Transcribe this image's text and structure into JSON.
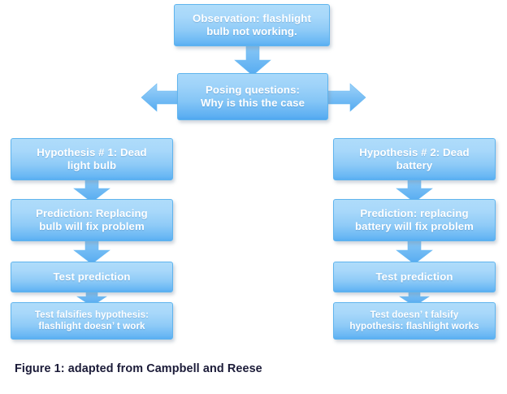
{
  "figure": {
    "caption": "Figure 1: adapted from Campbell and Reese",
    "accent_color": "#5BAEF2",
    "box_fill_top": "#AFDCFA",
    "box_fill_bottom": "#59AEF2",
    "box_border_color": "#5FB4EE",
    "box_text_color": "#FFFFFF",
    "caption_color": "#1B1B38",
    "background_color": "#FFFFFF"
  },
  "nodes": {
    "observation": "Observation: flashlight\nbulb not working.",
    "posing_questions": "Posing questions:\nWhy is this the case",
    "hypothesis_1": "Hypothesis # 1: Dead\nlight bulb",
    "hypothesis_2": "Hypothesis # 2: Dead\nbattery",
    "prediction_1": "Prediction: Replacing\nbulb will fix problem",
    "prediction_2": "Prediction: replacing\nbattery will fix problem",
    "test_prediction_1": "Test prediction",
    "test_prediction_2": "Test prediction",
    "result_1": "Test falsifies hypothesis:\nflashlight doesn’ t work",
    "result_2": "Test doesn’ t falsify\nhypothesis: flashlight works"
  },
  "connectors": [
    {
      "name": "observation-to-posing",
      "direction": "down"
    },
    {
      "name": "posing-to-left-branch",
      "direction": "left"
    },
    {
      "name": "posing-to-right-branch",
      "direction": "right"
    },
    {
      "name": "hypothesis1-to-prediction1",
      "direction": "down"
    },
    {
      "name": "prediction1-to-test1",
      "direction": "down"
    },
    {
      "name": "test1-to-result1",
      "direction": "down"
    },
    {
      "name": "hypothesis2-to-prediction2",
      "direction": "down"
    },
    {
      "name": "prediction2-to-test2",
      "direction": "down"
    },
    {
      "name": "test2-to-result2",
      "direction": "down"
    }
  ]
}
